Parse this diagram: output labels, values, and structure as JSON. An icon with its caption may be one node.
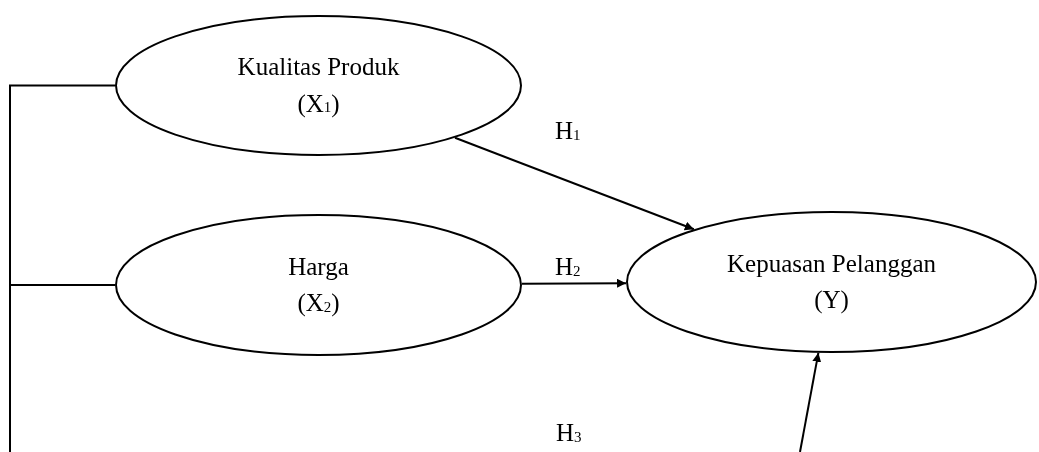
{
  "diagram": {
    "nodes": [
      {
        "text": [
          "Kualitas Produk (X$_{1}$)"
        ]
      },
      {
        "text": [
          "Harga (X$_{2}$)"
        ]
      },
      {
        "text": [
          "Kepuasan Pelanggan (Y)"
        ]
      }
    ],
    "edges": [
      {
        "from": 0,
        "to": null,
        "arrow": "none"
      },
      {
        "from": 1,
        "to": null,
        "arrow": "none"
      },
      {
        "from": 0,
        "to": 2,
        "arrow": "to",
        "label": "H$_{1}$"
      },
      {
        "from": 1,
        "to": 2,
        "arrow": "to",
        "label": "H$_{2}$"
      },
      {
        "from": null,
        "to": 2,
        "arrow": "to"
      }
    ],
    "labels": [
      "H$_{3}$"
    ]
  }
}
